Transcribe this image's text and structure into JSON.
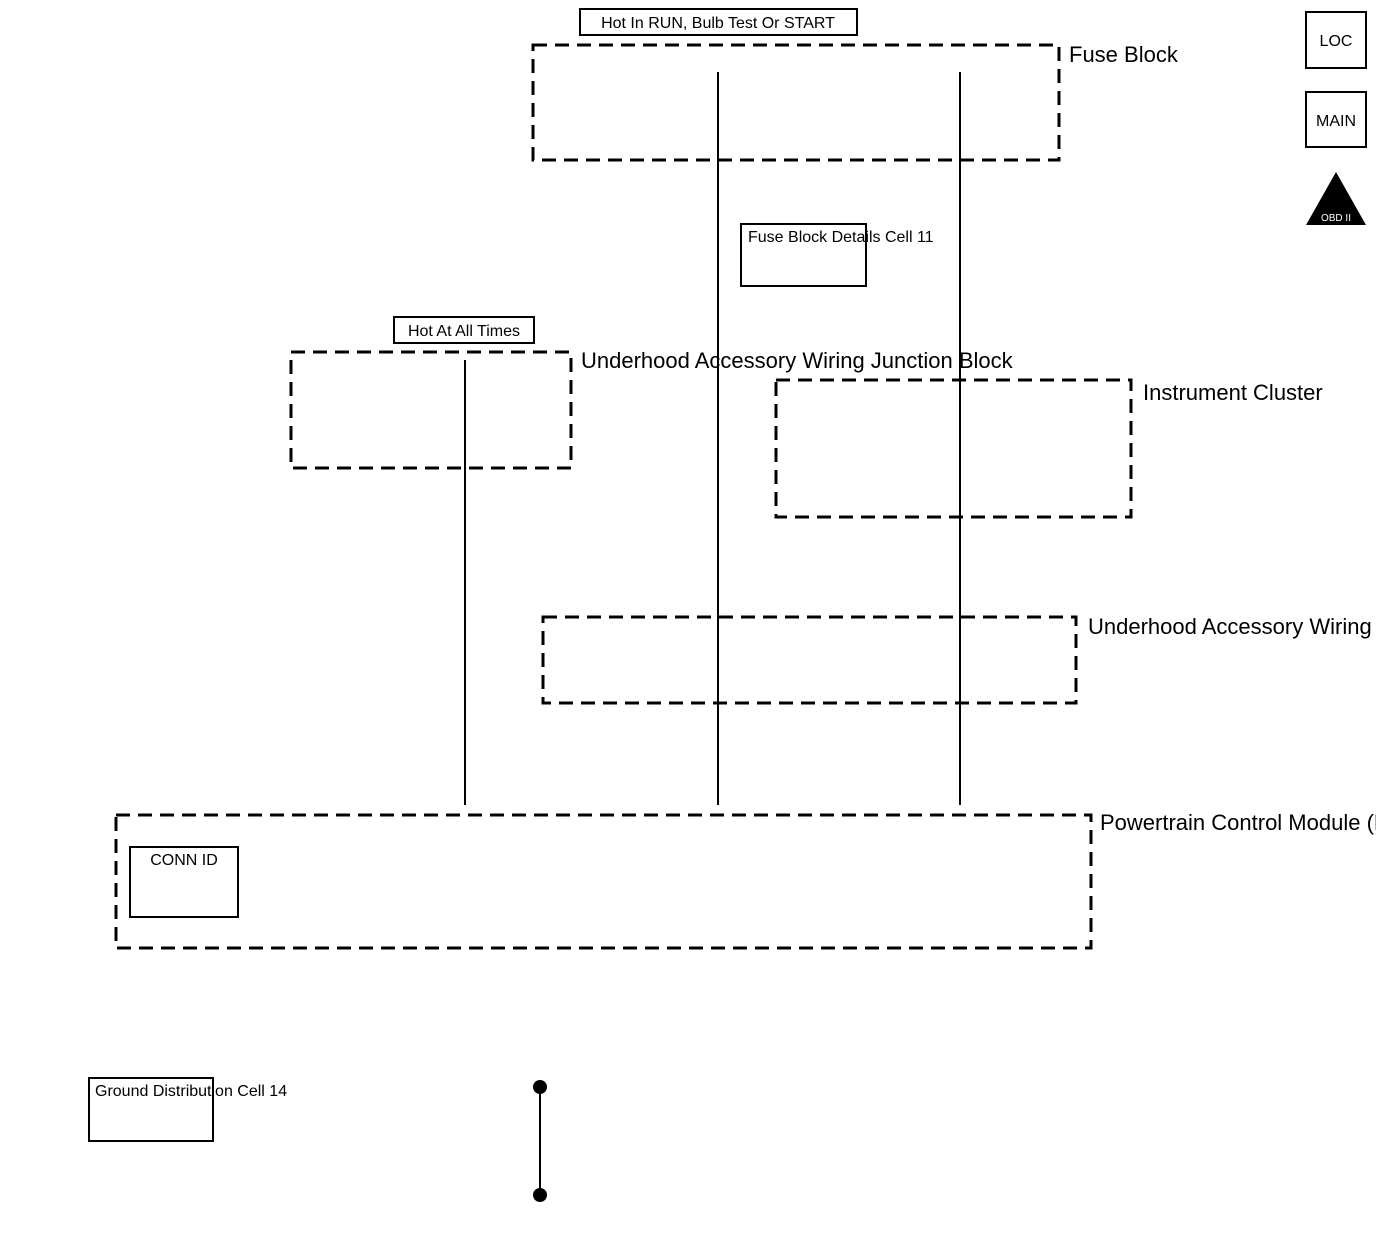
{
  "labels": {
    "hot_run": "Hot In RUN, Bulb Test Or START",
    "hot_all": "Hot At All Times",
    "fuse_block": "Fuse Block",
    "instrument_cluster": "Instrument Cluster",
    "underhood": "Underhood Accessory Wiring Junction Block",
    "pcm": "Powertrain Control Module (PCM)"
  },
  "notes": {
    "fuse_details": "Fuse Block Details Cell 11",
    "conn_id": "CONN ID",
    "ground_distribution": "Ground Distribution Cell 14"
  },
  "badges": {
    "loc": "LOC",
    "main": "MAIN",
    "obd": "OBD II"
  }
}
